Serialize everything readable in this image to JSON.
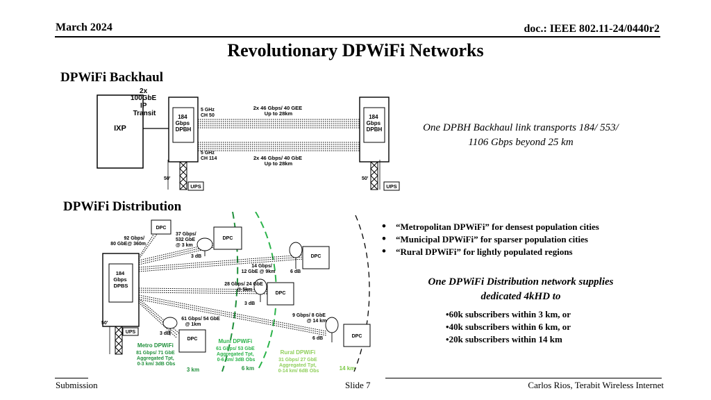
{
  "header": {
    "date": "March 2024",
    "doc": "doc.: IEEE 802.11-24/0440r2",
    "title": "Revolutionary DPWiFi Networks"
  },
  "backhaul": {
    "heading": "DPWiFi Backhaul",
    "ixp": "IXP",
    "transit": [
      "2x",
      "100GbE",
      "IP",
      "Transit"
    ],
    "left_node": [
      "184",
      "Gbps",
      "DPBH"
    ],
    "right_node": [
      "184",
      "Gbps",
      "DPBH"
    ],
    "ch_top": [
      "5 GHz",
      "CH 50"
    ],
    "ch_bottom": [
      "5 GHz",
      "CH 114"
    ],
    "link_top": [
      "2x 46 Gbps/ 40 GEE",
      "Up to 28km"
    ],
    "link_bottom": [
      "2x 46 Gbps/ 40 GbE",
      "Up to 28km"
    ],
    "height_left": "50'",
    "height_right": "50'",
    "ups_left": "UPS",
    "ups_right": "UPS",
    "note": "One DPBH Backhaul link transports 184/ 553/ 1106 Gbps beyond 25 km"
  },
  "distribution": {
    "heading": "DPWiFi Distribution",
    "hub": [
      "184",
      "Gbps",
      "DPBS"
    ],
    "hub_height": "50'",
    "hub_ups": "UPS",
    "dpc": "DPC",
    "labels": {
      "l92": [
        "92 Gbps/",
        "80 GbE@ 360m"
      ],
      "l37": [
        "37 Gbps/",
        "532 GbE",
        "@ 3 km"
      ],
      "l14": [
        "14 Gbps/",
        "12 GbE @ 9km"
      ],
      "l28": [
        "28 Gbps/ 24 GbE",
        "@ 5km"
      ],
      "l61": [
        "61 Gbps/ 54 GbE",
        "@ 1km"
      ],
      "l9": [
        "9 Gbps/ 8 GbE",
        "@ 14 km"
      ],
      "db3a": "3 dB",
      "db6a": "6 dB",
      "db3b": "3 dB",
      "db3c": "3 dB",
      "db6b": "6 dB"
    },
    "metro": [
      "Metro DPWiFi",
      "81 Gbps/ 71 GbE",
      "Aggregated Tpt,",
      "0-3 km/ 3dB Obs"
    ],
    "muni": [
      "Muni DPWiFi",
      "61 Gbps/ 53 GbE",
      "Aggregated Tpt,",
      "0-6 km/ 3dB Obs"
    ],
    "rural": [
      "Rural DPWiFi",
      "31 Gbps/ 27 GbE",
      "Aggregated Tpt,",
      "0-14 km/ 6dB Obs"
    ],
    "r3": "3 km",
    "r6": "6 km",
    "r14": "14 km"
  },
  "bullets": [
    "“Metropolitan DPWiFi” for densest population cities",
    "“Municipal DPWiFi” for sparser population cities",
    "“Rural DPWiFi” for lightly populated regions"
  ],
  "note2": "One DPWiFi Distribution network supplies dedicated 4kHD to",
  "subscribers": [
    "60k subscribers within 3 km, or",
    "40k subscribers within 6 km, or",
    "20k subscribers within 14 km"
  ],
  "footer": {
    "left": "Submission",
    "mid": "Slide 7",
    "right": "Carlos Rios, Terabit Wireless Internet"
  },
  "colors": {
    "metro": "#1f8f3a",
    "muni": "#2bb34a",
    "rural": "#8fcf5a",
    "r14": "#7ac943"
  }
}
